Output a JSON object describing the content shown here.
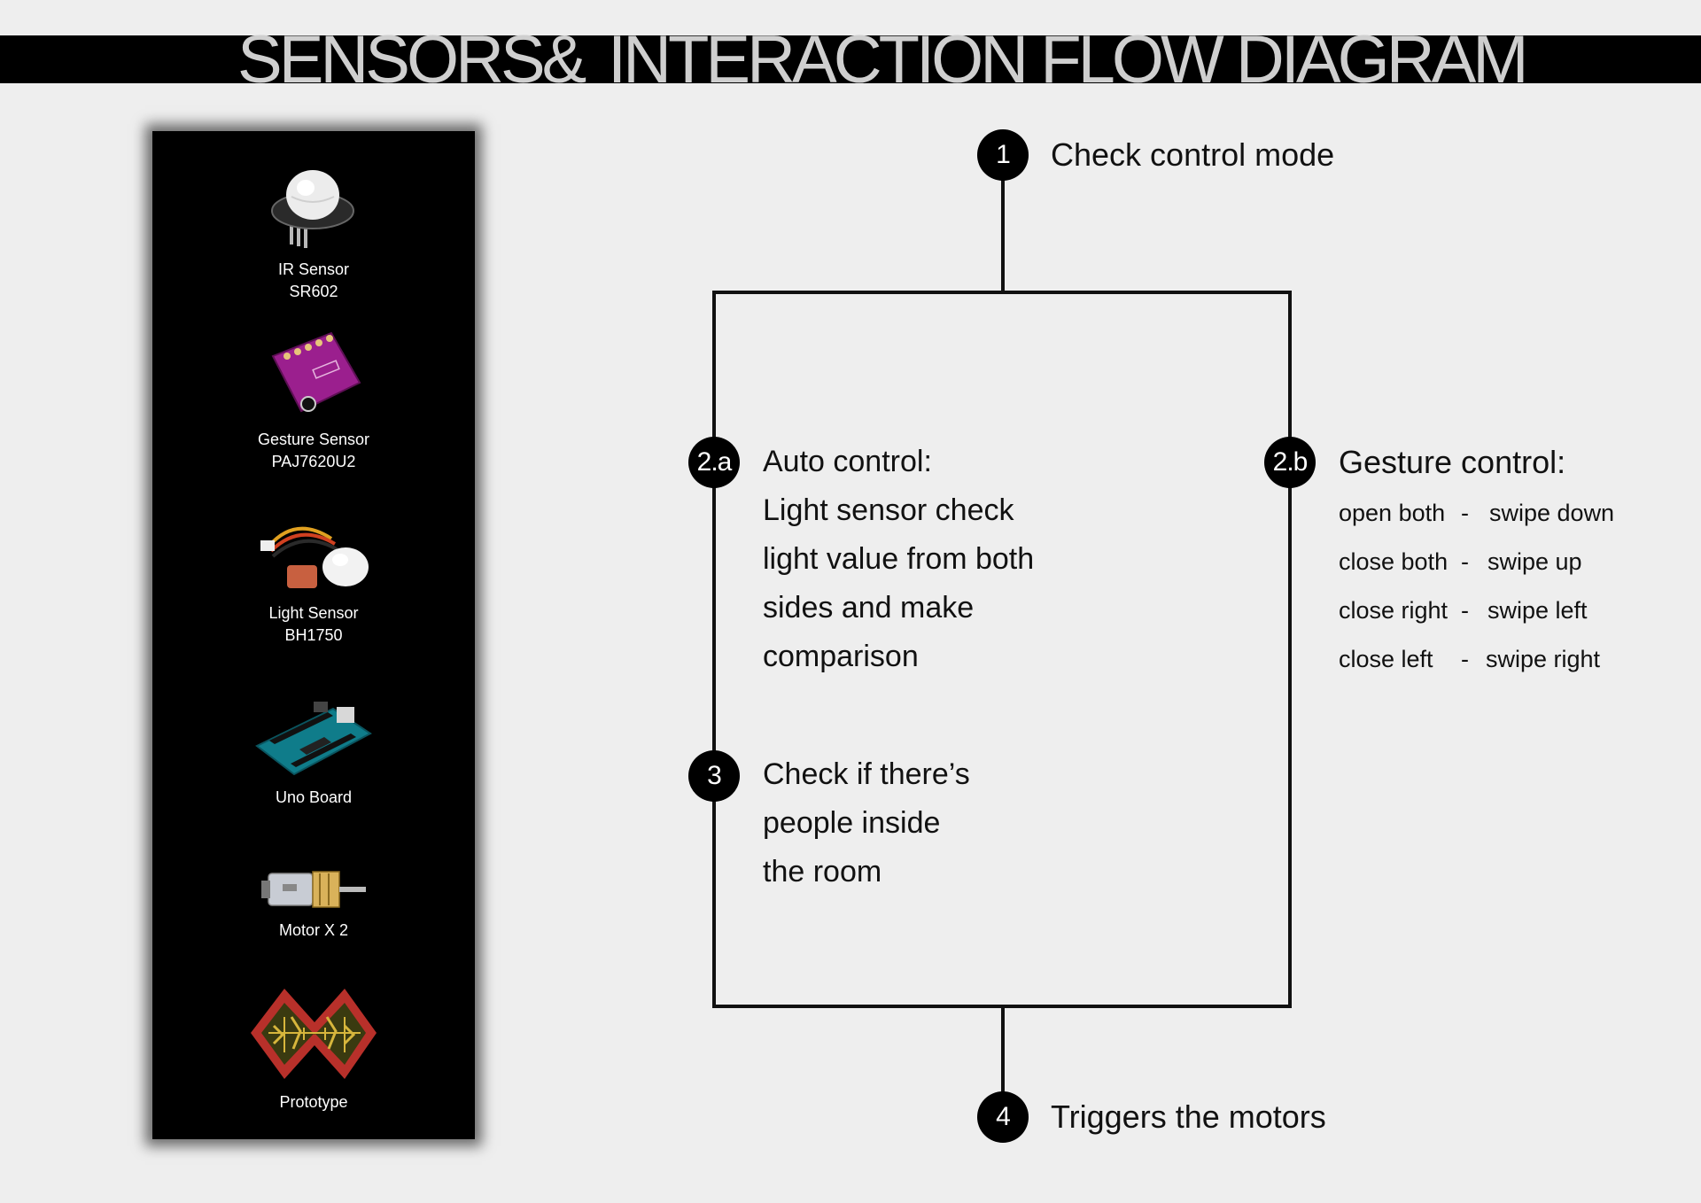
{
  "title": {
    "left": "SENSORS&",
    "right": "INTERACTION FLOW DIAGRAM"
  },
  "sensors": [
    {
      "name": "IR Sensor",
      "model": "SR602",
      "icon": "ir-sensor-icon"
    },
    {
      "name": "Gesture Sensor",
      "model": "PAJ7620U2",
      "icon": "gesture-sensor-icon"
    },
    {
      "name": "Light Sensor",
      "model": "BH1750",
      "icon": "light-sensor-icon"
    },
    {
      "name": "Uno Board",
      "model": "",
      "icon": "uno-board-icon"
    },
    {
      "name": "Motor X 2",
      "model": "",
      "icon": "motor-icon"
    },
    {
      "name": "Prototype",
      "model": "",
      "icon": "prototype-icon"
    }
  ],
  "flow": {
    "step1": {
      "badge": "1",
      "text": "Check control mode"
    },
    "step2a": {
      "badge": "2.a",
      "lines": [
        "Auto control:",
        "Light sensor check",
        "light value from both",
        "sides and make",
        "comparison"
      ]
    },
    "step2b": {
      "badge": "2.b",
      "title": "Gesture control:",
      "mappings": [
        {
          "action": "open both",
          "sep": "-",
          "gesture": "swipe down"
        },
        {
          "action": "close both",
          "sep": "-",
          "gesture": "swipe up"
        },
        {
          "action": "close right",
          "sep": "-",
          "gesture": "swipe left"
        },
        {
          "action": "close left",
          "sep": "-",
          "gesture": "swipe right"
        }
      ]
    },
    "step3": {
      "badge": "3",
      "lines": [
        "Check if there’s",
        "people inside",
        "the room"
      ]
    },
    "step4": {
      "badge": "4",
      "text": "Triggers the motors"
    }
  },
  "colors": {
    "background": "#eeeeee",
    "title_bar": "#000000",
    "title_text": "#cfcfcf",
    "panel": "#000000",
    "badge": "#000000",
    "gesture_board": "#9b1f8e"
  }
}
